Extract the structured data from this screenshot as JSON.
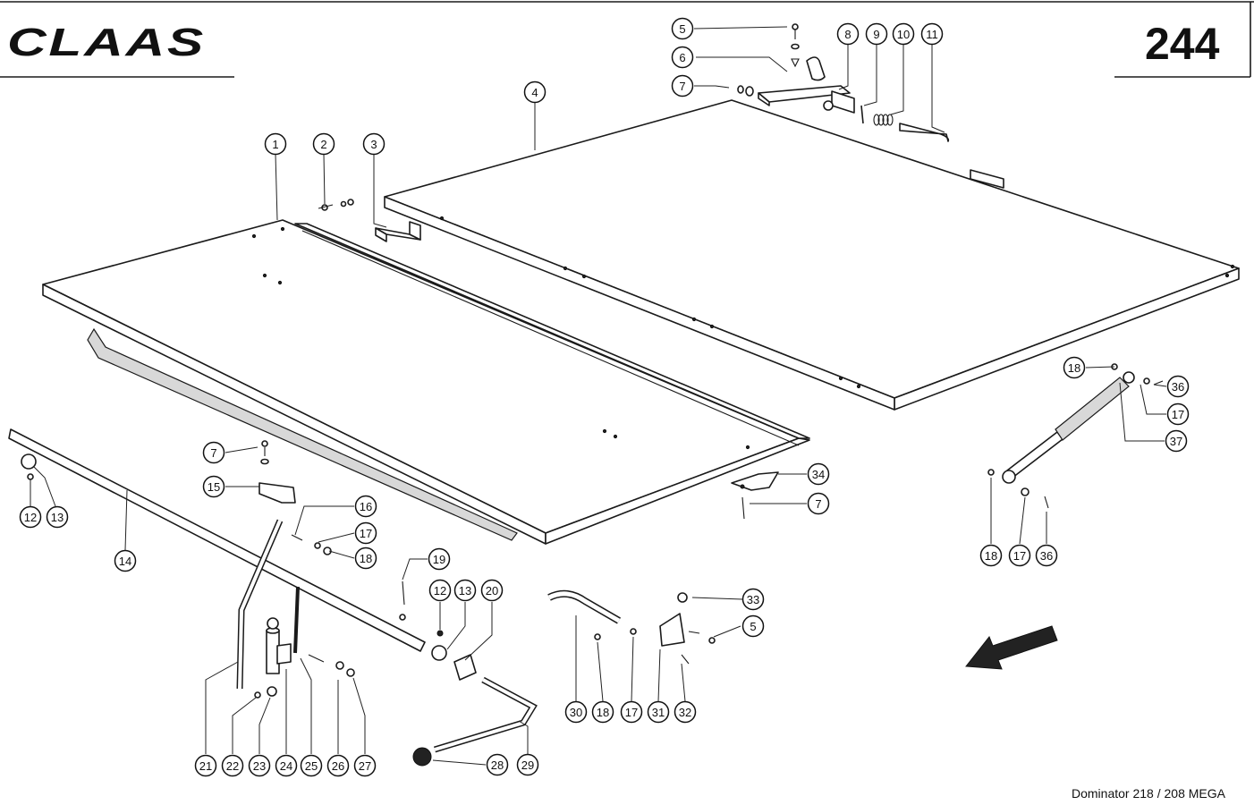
{
  "header": {
    "brand": "CLAAS",
    "page_number": "244"
  },
  "footer": {
    "model": "Dominator 218 / 208 MEGA"
  },
  "callouts": [
    {
      "label": "1"
    },
    {
      "label": "2"
    },
    {
      "label": "3"
    },
    {
      "label": "4"
    },
    {
      "label": "5"
    },
    {
      "label": "6"
    },
    {
      "label": "7"
    },
    {
      "label": "8"
    },
    {
      "label": "9"
    },
    {
      "label": "10"
    },
    {
      "label": "11"
    },
    {
      "label": "18"
    },
    {
      "label": "36"
    },
    {
      "label": "17"
    },
    {
      "label": "37"
    },
    {
      "label": "7"
    },
    {
      "label": "15"
    },
    {
      "label": "16"
    },
    {
      "label": "17"
    },
    {
      "label": "18"
    },
    {
      "label": "12"
    },
    {
      "label": "13"
    },
    {
      "label": "14"
    },
    {
      "label": "34"
    },
    {
      "label": "7"
    },
    {
      "label": "18"
    },
    {
      "label": "17"
    },
    {
      "label": "36"
    },
    {
      "label": "19"
    },
    {
      "label": "12"
    },
    {
      "label": "13"
    },
    {
      "label": "20"
    },
    {
      "label": "33"
    },
    {
      "label": "5"
    },
    {
      "label": "30"
    },
    {
      "label": "18"
    },
    {
      "label": "17"
    },
    {
      "label": "31"
    },
    {
      "label": "32"
    },
    {
      "label": "29"
    },
    {
      "label": "28"
    },
    {
      "label": "21"
    },
    {
      "label": "22"
    },
    {
      "label": "23"
    },
    {
      "label": "24"
    },
    {
      "label": "25"
    },
    {
      "label": "26"
    },
    {
      "label": "27"
    }
  ]
}
